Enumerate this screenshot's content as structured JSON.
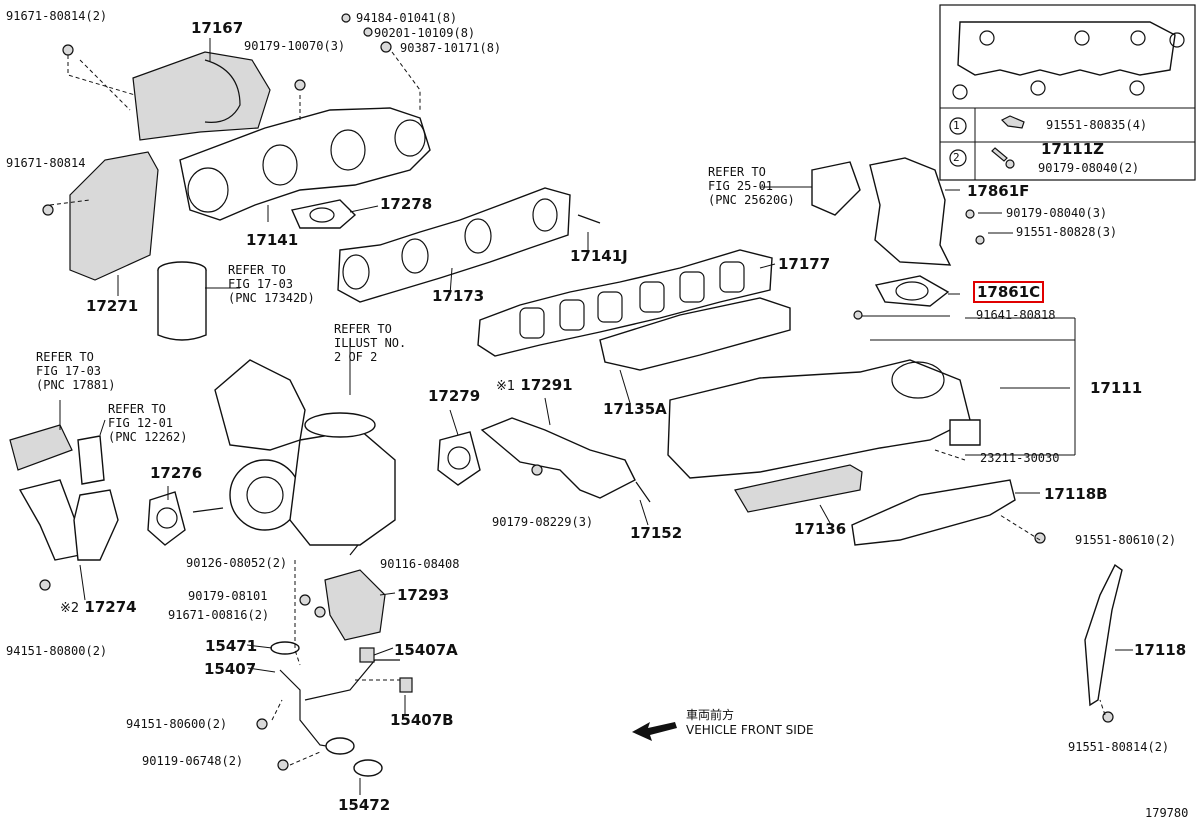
{
  "diagram_id": "179780",
  "vehicle_front": {
    "ja": "車両前方",
    "en": "VEHICLE FRONT SIDE"
  },
  "parts": {
    "p17167": "17167",
    "p17141": "17141",
    "p17278": "17278",
    "p17141J": "17141J",
    "p17271": "17271",
    "p17173": "17173",
    "p17177": "17177",
    "p17135A": "17135A",
    "p17111": "17111",
    "p17279": "17279",
    "p17291": "17291",
    "p17291_mark": "※1",
    "p17276": "17276",
    "p17152": "17152",
    "p17136": "17136",
    "p17118B": "17118B",
    "p17274": "17274",
    "p17274_mark": "※2",
    "p17293": "17293",
    "p15471": "15471",
    "p15407": "15407",
    "p15407A": "15407A",
    "p15407B": "15407B",
    "p15472": "15472",
    "p17118": "17118",
    "p17861F": "17861F",
    "p17861C": "17861C",
    "p17111Z": "17111Z"
  },
  "fasteners": {
    "f91671_80814_2": "91671-80814(2)",
    "f91671_80814": "91671-80814",
    "f94184_01041": "94184-01041(8)",
    "f90201_10109": "90201-10109(8)",
    "f90387_10171": "90387-10171(8)",
    "f90179_10070": "90179-10070(3)",
    "f90179_08040_3": "90179-08040(3)",
    "f91551_80828": "91551-80828(3)",
    "f91641_80818": "91641-80818",
    "f23211_30030": "23211-30030",
    "f91551_80610": "91551-80610(2)",
    "f91551_80814": "91551-80814(2)",
    "f90179_08229": "90179-08229(3)",
    "f90126_08052": "90126-08052(2)",
    "f90116_08408": "90116-08408",
    "f90179_08101": "90179-08101",
    "f91671_00816": "91671-00816(2)",
    "f94151_80800": "94151-80800(2)",
    "f94151_80600": "94151-80600(2)",
    "f90119_06748": "90119-06748(2)",
    "f91551_80835": "91551-80835(4)",
    "f90179_08040_2": "90179-08040(2)"
  },
  "references": {
    "ref_fig25": {
      "l1": "REFER TO",
      "l2": "FIG 25-01",
      "l3": "(PNC 25620G)"
    },
    "ref_fig17_a": {
      "l1": "REFER TO",
      "l2": "FIG 17-03",
      "l3": "(PNC 17342D)"
    },
    "ref_illust": {
      "l1": "REFER TO",
      "l2": "ILLUST NO.",
      "l3": "2 OF 2"
    },
    "ref_fig17_b": {
      "l1": "REFER TO",
      "l2": "FIG 17-03",
      "l3": "(PNC 17881)"
    },
    "ref_fig12": {
      "l1": "REFER TO",
      "l2": "FIG 12-01",
      "l3": "(PNC 12262)"
    }
  },
  "inset": {
    "callout_1": "1",
    "callout_2": "2"
  },
  "highlight_color": "#e00000"
}
